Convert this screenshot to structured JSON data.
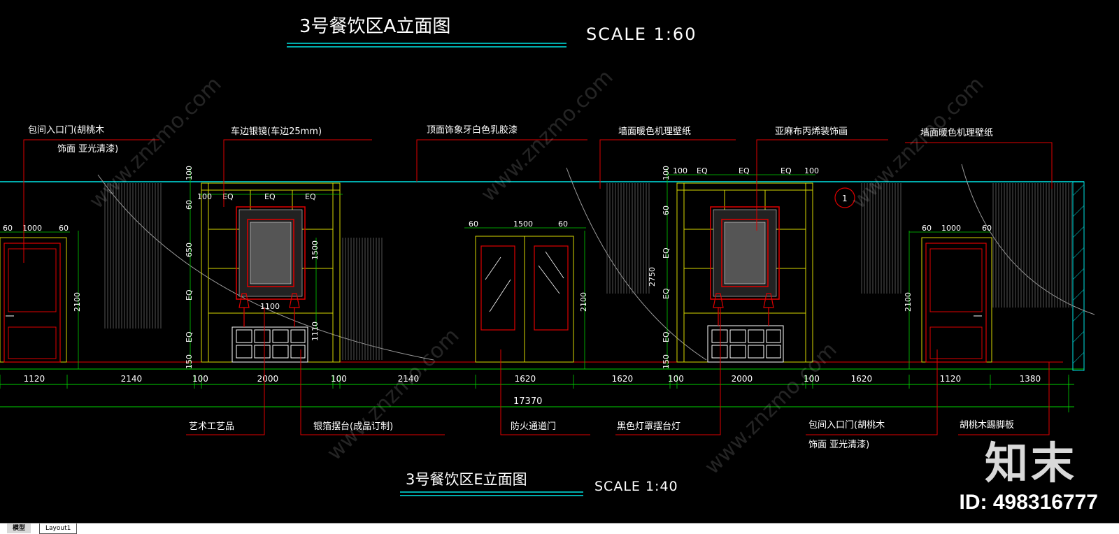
{
  "drawing": {
    "title_a": "3号餐饮区A立面图",
    "scale_a": "SCALE 1:60",
    "title_e": "3号餐饮区E立面图",
    "scale_e": "SCALE 1:40"
  },
  "top_labels": [
    {
      "line1": "包间入口门(胡桃木",
      "line2": "饰面 亚光清漆)"
    },
    {
      "line1": "车边银镜(车边25mm)",
      "line2": ""
    },
    {
      "line1": "顶面饰象牙白色乳胶漆",
      "line2": ""
    },
    {
      "line1": "墙面暖色机理壁纸",
      "line2": ""
    },
    {
      "line1": "亚麻布丙烯装饰画",
      "line2": ""
    },
    {
      "line1": "墙面暖色机理壁纸",
      "line2": ""
    }
  ],
  "bottom_labels": [
    {
      "line1": "艺术工艺品",
      "line2": ""
    },
    {
      "line1": "银箔摆台(成品订制)",
      "line2": ""
    },
    {
      "line1": "防火通道门",
      "line2": ""
    },
    {
      "line1": "黑色灯罩摆台灯",
      "line2": ""
    },
    {
      "line1": "包间入口门(胡桃木",
      "line2": "饰面 亚光清漆)"
    },
    {
      "line1": "胡桃木踢脚板",
      "line2": ""
    }
  ],
  "dimensions": {
    "segments": [
      "1120",
      "2140",
      "100",
      "2000",
      "100",
      "2140",
      "1620",
      "1620",
      "100",
      "2000",
      "100",
      "1620",
      "1120",
      "1380"
    ],
    "total": "17370",
    "door_left": [
      "60",
      "1000",
      "60"
    ],
    "door_right": [
      "60",
      "1000",
      "60"
    ],
    "fire_door": [
      "60",
      "1500",
      "60"
    ],
    "eq_left": [
      "100",
      "EQ",
      "EQ",
      "EQ"
    ],
    "eq_right": [
      "100",
      "EQ",
      "EQ",
      "EQ",
      "100"
    ],
    "vertical_left": [
      "100",
      "60",
      "650",
      "EQ",
      "EQ",
      "150"
    ],
    "vertical_right": [
      "100",
      "60",
      "EQ",
      "EQ",
      "EQ",
      "150"
    ],
    "h2100": "2100",
    "mirror_h": "1500",
    "cabinet_w": "1100",
    "cabinet_h": "1110",
    "h2750": "2750",
    "callout": "1"
  },
  "watermark": {
    "logo": "知末",
    "id": "ID: 498316777",
    "site": "www.znzmo.com"
  },
  "tabs": {
    "model": "模型",
    "layout": "Layout1"
  },
  "colors": {
    "background": "#000000",
    "cyan": "#00e5e5",
    "green": "#00d000",
    "red": "#e00000",
    "yellow": "#d8d800",
    "white": "#ffffff",
    "gray": "#9a9a9a"
  }
}
